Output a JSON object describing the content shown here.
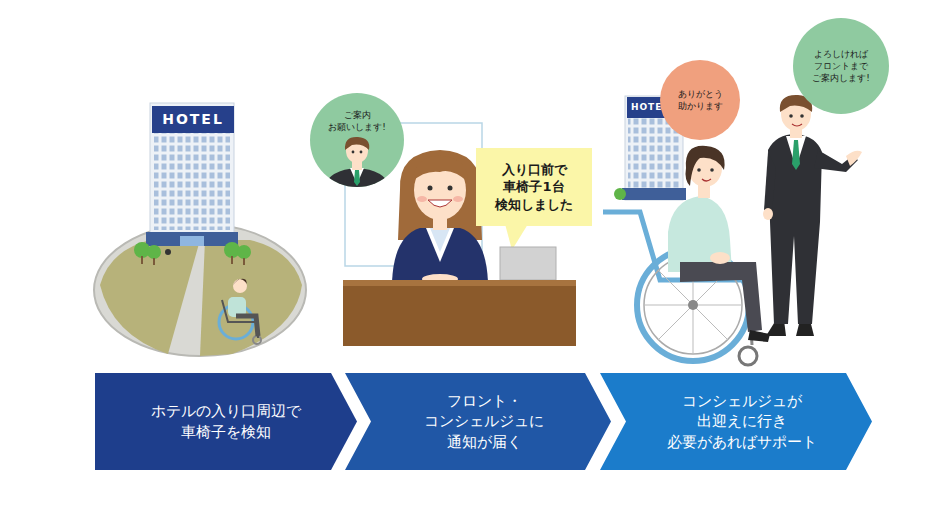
{
  "diagram": {
    "nodes": [
      {
        "text": [
          "HOTEL"
        ]
      },
      {
        "text": [
          "ご案内 お願いします!"
        ]
      },
      {
        "text": [
          "入り口前で 車椅子1台 検知しました"
        ]
      },
      {
        "text": [
          "HOTEL"
        ]
      },
      {
        "text": [
          "ありがとう 助かります"
        ]
      },
      {
        "text": [
          "よろしければ フロントまで ご案内します!"
        ]
      },
      {
        "text": [
          "ホテルの入り口周辺で 車椅子を検知"
        ]
      },
      {
        "text": [
          "フロント・ コンシェルジュに 通知が届く"
        ]
      },
      {
        "text": [
          "コンシェルジュが 出迎えに行き 必要があればサポート"
        ]
      }
    ]
  }
}
